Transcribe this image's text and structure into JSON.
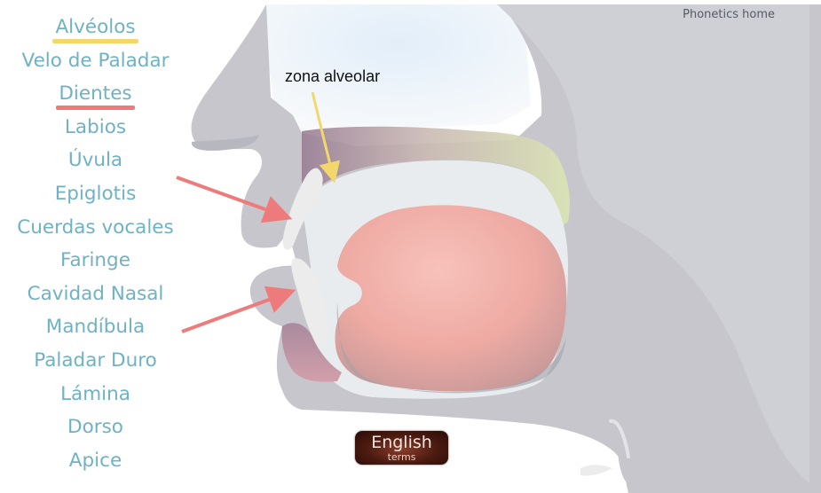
{
  "header": {
    "home_link": "Phonetics home"
  },
  "terms": [
    {
      "label": "Alvéolos",
      "highlight": "yellow"
    },
    {
      "label": "Velo de Paladar",
      "highlight": "none"
    },
    {
      "label": "Dientes",
      "highlight": "red"
    },
    {
      "label": "Labios",
      "highlight": "none"
    },
    {
      "label": "Úvula",
      "highlight": "none"
    },
    {
      "label": "Epiglotis",
      "highlight": "none"
    },
    {
      "label": "Cuerdas vocales",
      "highlight": "none"
    },
    {
      "label": "Faringe",
      "highlight": "none"
    },
    {
      "label": "Cavidad Nasal",
      "highlight": "none"
    },
    {
      "label": "Mandíbula",
      "highlight": "none"
    },
    {
      "label": "Paladar Duro",
      "highlight": "none"
    },
    {
      "label": "Lámina",
      "highlight": "none"
    },
    {
      "label": "Dorso",
      "highlight": "none"
    },
    {
      "label": "Apice",
      "highlight": "none"
    }
  ],
  "diagram": {
    "callout_label": "zona alveolar",
    "colors": {
      "head": "#c6c6cc",
      "head_dark": "#b0b0b8",
      "nasal_bg": "#e5eff8",
      "palate": "#dde6bb",
      "palate_dark": "#9d7e92",
      "tongue": "#f4b2ab",
      "teeth": "#ececec",
      "arrow_red": "#ee7b7b",
      "arrow_yellow": "#f2d86a"
    }
  },
  "language_button": {
    "label": "English",
    "sublabel": "terms"
  }
}
